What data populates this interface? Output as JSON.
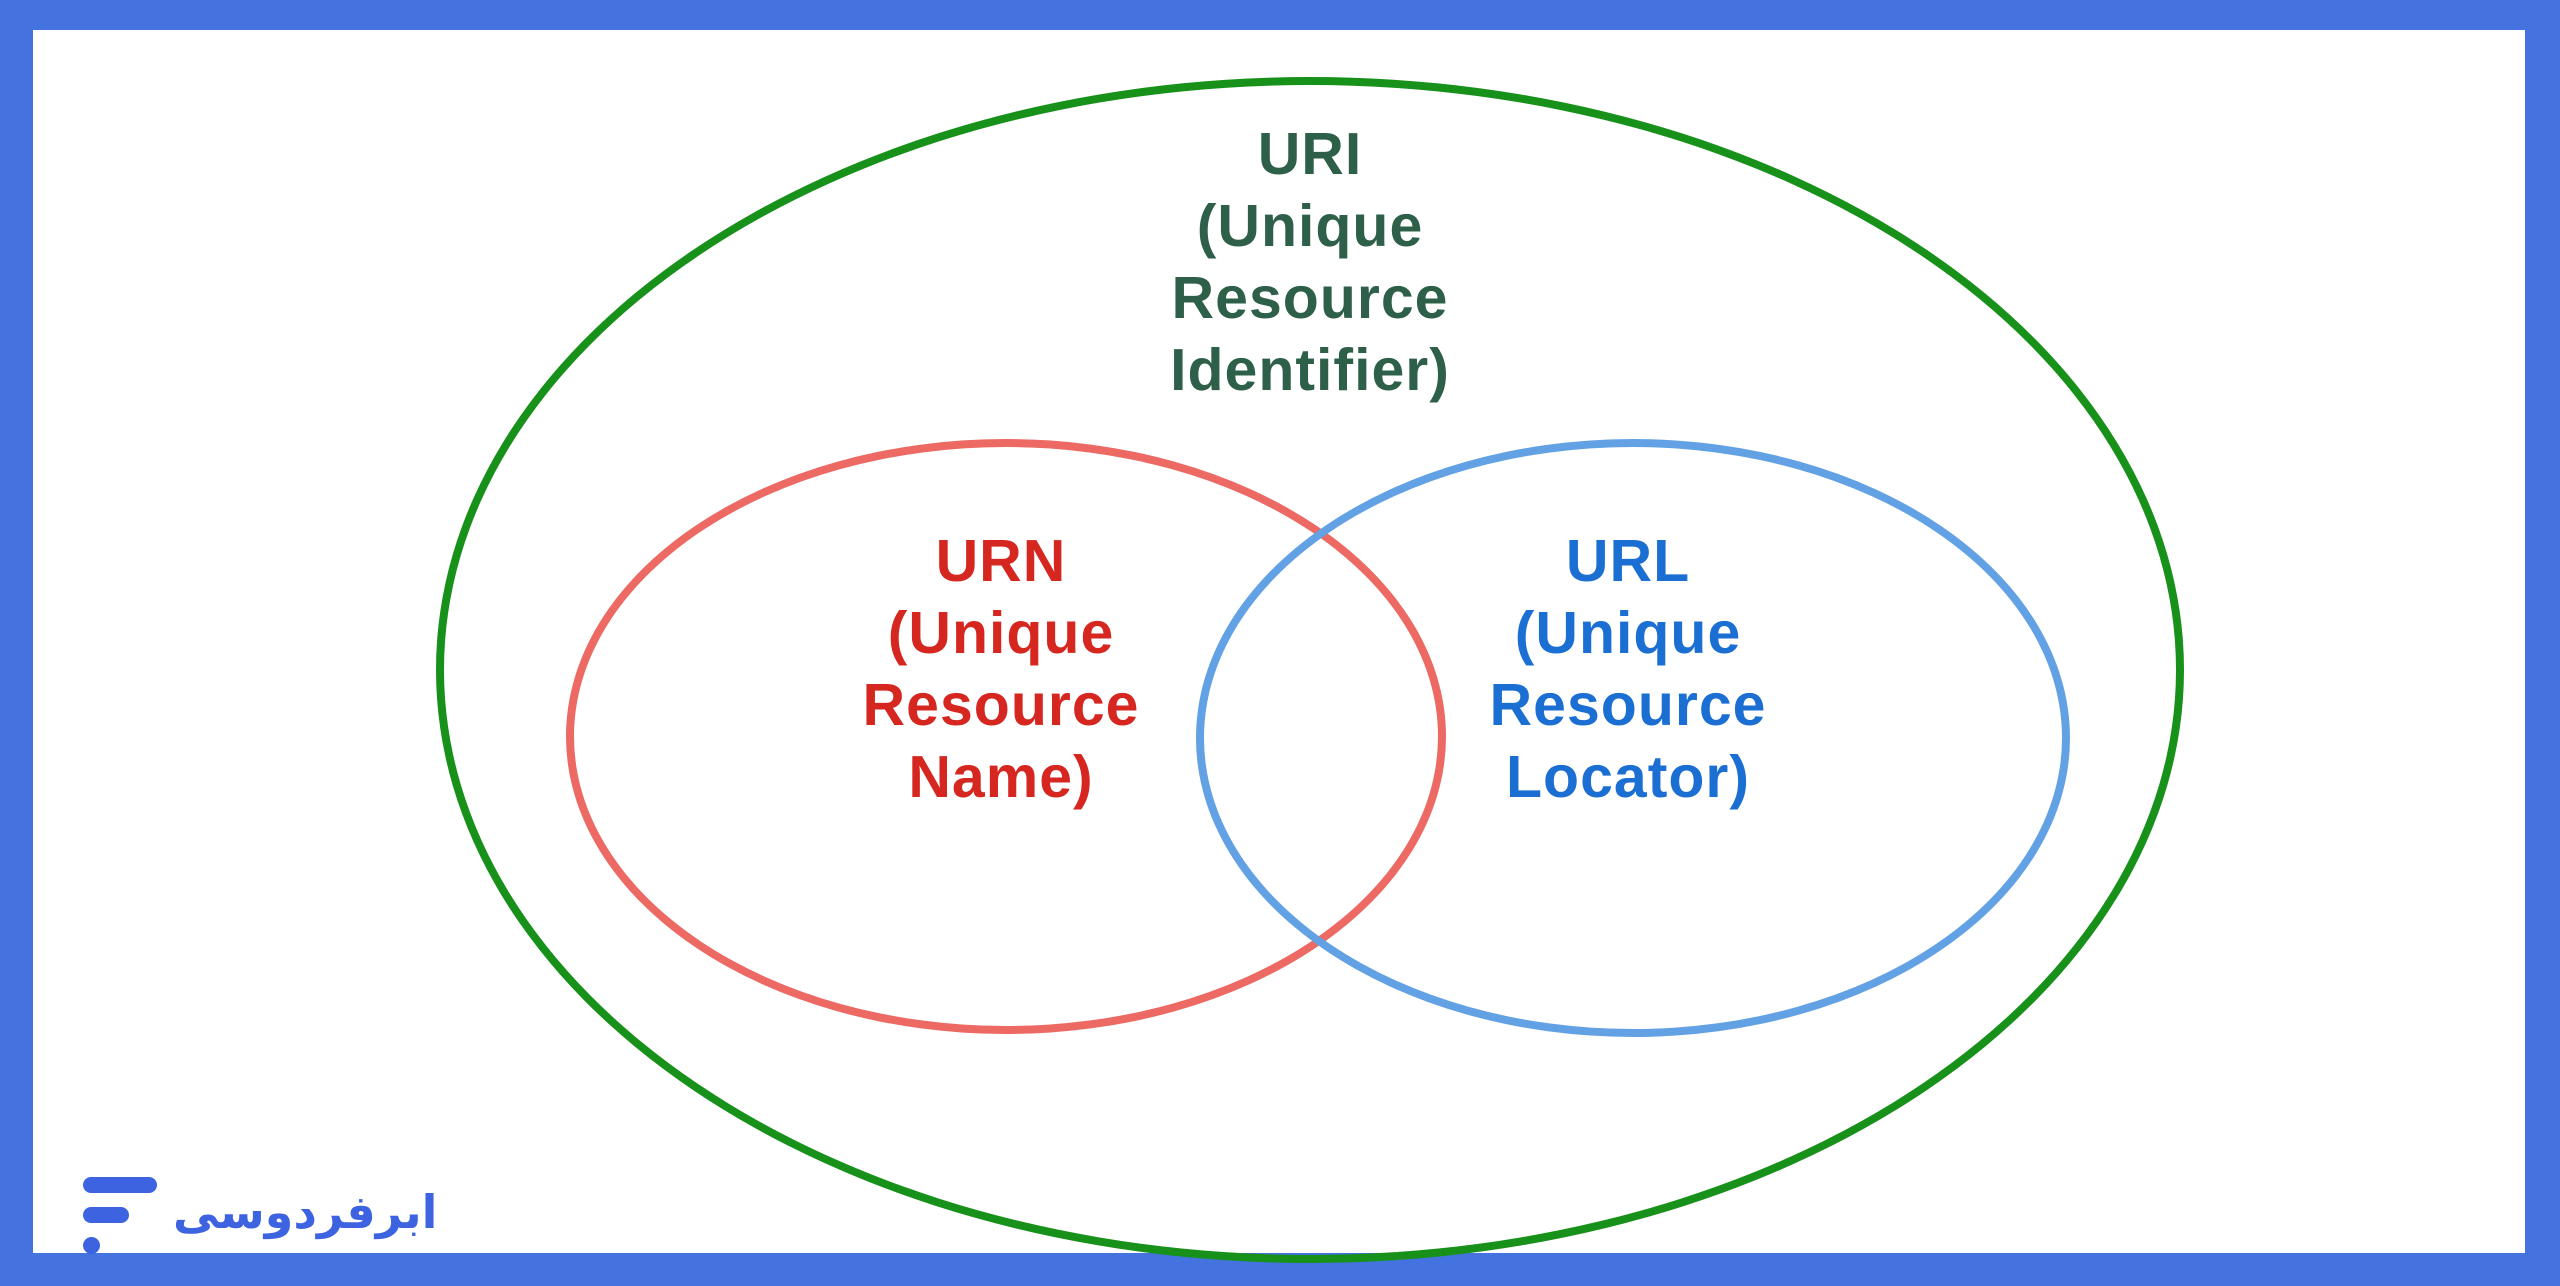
{
  "frame": {
    "border_color": "#4472DE",
    "background": "#FFFFFF"
  },
  "venn": {
    "uri": {
      "lines": [
        "URI",
        "(Unique",
        "Resource",
        "Identifier)"
      ],
      "text_color": "#2E6049",
      "ellipse_color": "#18911B"
    },
    "urn": {
      "lines": [
        "URN",
        "(Unique",
        "Resource",
        "Name)"
      ],
      "text_color": "#D5261F",
      "ellipse_color": "#EC6A63"
    },
    "url": {
      "lines": [
        "URL",
        "(Unique",
        "Resource",
        "Locator)"
      ],
      "text_color": "#1B6FD3",
      "ellipse_color": "#63A1E5"
    }
  },
  "logo": {
    "text": "ابرفردوسی",
    "color": "#3E63E0",
    "icon": "three-bars-logo-icon"
  }
}
